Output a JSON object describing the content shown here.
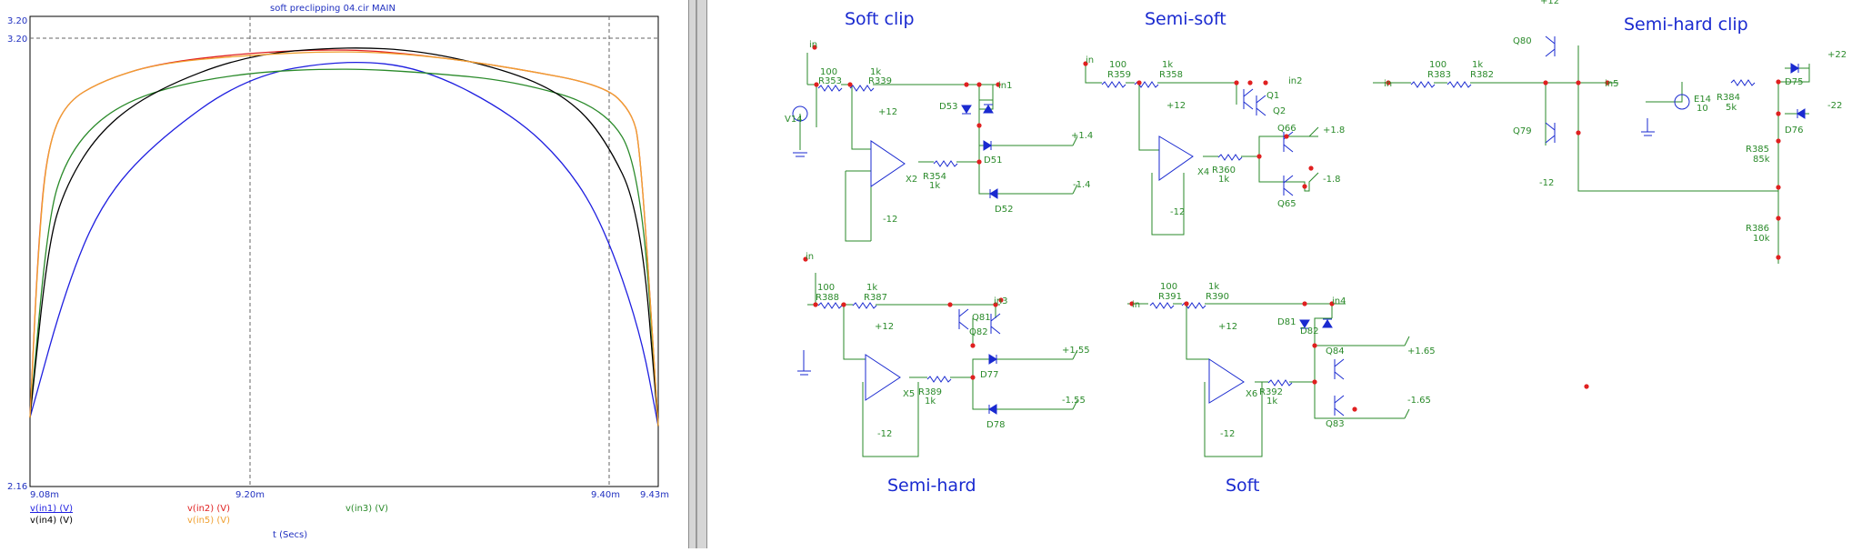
{
  "plot": {
    "title": "soft preclipping 04.cir MAIN",
    "y_top_label": "3.20",
    "y_ref_label": "3.20",
    "y_bottom_label": "2.16",
    "x_ticks": [
      "9.08m",
      "9.20m",
      "9.40m",
      "9.43m"
    ],
    "x_axis_label": "t (Secs)",
    "legend": [
      {
        "label": "v(in1) (V)",
        "color": "#1f1fe0"
      },
      {
        "label": "v(in2) (V)",
        "color": "#e02020"
      },
      {
        "label": "v(in3) (V)",
        "color": "#2a8a2a"
      },
      {
        "label": "v(in4) (V)",
        "color": "#000000"
      },
      {
        "label": "v(in5) (V)",
        "color": "#f0a030"
      }
    ]
  },
  "chart_data": {
    "type": "line",
    "title": "soft preclipping 04.cir MAIN",
    "xlabel": "t (Secs)",
    "ylabel": "",
    "xlim": [
      9.08,
      9.43
    ],
    "ylim": [
      2.16,
      3.25
    ],
    "x_unit": "ms",
    "grid": true,
    "series": [
      {
        "name": "v(in1) (V)",
        "color": "#1f1fe0",
        "x": [
          9.08,
          9.1,
          9.12,
          9.15,
          9.2,
          9.255,
          9.3,
          9.35,
          9.38,
          9.4,
          9.42,
          9.43
        ],
        "y": [
          2.32,
          2.62,
          2.82,
          2.96,
          3.11,
          3.15,
          3.13,
          3.02,
          2.9,
          2.76,
          2.52,
          2.3
        ]
      },
      {
        "name": "v(in2) (V)",
        "color": "#e02020",
        "x": [
          9.08,
          9.085,
          9.09,
          9.1,
          9.12,
          9.15,
          9.2,
          9.255,
          9.3,
          9.35,
          9.4,
          9.415,
          9.42,
          9.43
        ],
        "y": [
          2.32,
          2.75,
          2.95,
          3.05,
          3.1,
          3.14,
          3.165,
          3.175,
          3.16,
          3.13,
          3.09,
          3.03,
          2.95,
          2.3
        ]
      },
      {
        "name": "v(in3) (V)",
        "color": "#2a8a2a",
        "x": [
          9.08,
          9.09,
          9.1,
          9.12,
          9.15,
          9.2,
          9.255,
          9.3,
          9.35,
          9.4,
          9.42,
          9.43
        ],
        "y": [
          2.32,
          2.78,
          2.92,
          3.02,
          3.08,
          3.12,
          3.13,
          3.12,
          3.1,
          3.04,
          2.9,
          2.3
        ]
      },
      {
        "name": "v(in4) (V)",
        "color": "#000000",
        "x": [
          9.08,
          9.09,
          9.1,
          9.12,
          9.15,
          9.2,
          9.255,
          9.3,
          9.35,
          9.38,
          9.4,
          9.42,
          9.43
        ],
        "y": [
          2.32,
          2.72,
          2.86,
          2.99,
          3.08,
          3.16,
          3.18,
          3.17,
          3.12,
          3.06,
          2.97,
          2.8,
          2.3
        ]
      },
      {
        "name": "v(in5) (V)",
        "color": "#f0a030",
        "x": [
          9.08,
          9.085,
          9.09,
          9.1,
          9.12,
          9.15,
          9.2,
          9.255,
          9.3,
          9.35,
          9.4,
          9.415,
          9.42,
          9.43
        ],
        "y": [
          2.32,
          2.74,
          2.95,
          3.05,
          3.1,
          3.14,
          3.16,
          3.17,
          3.16,
          3.13,
          3.09,
          3.03,
          2.95,
          2.3
        ]
      }
    ]
  },
  "schematic": {
    "titles": {
      "soft_clip": "Soft clip",
      "semi_soft": "Semi-soft",
      "semi_hard_clip": "Semi-hard clip",
      "semi_hard": "Semi-hard",
      "soft": "Soft"
    },
    "labels": {
      "in": "in",
      "in1": "in1",
      "in2": "in2",
      "in3": "in3",
      "in4": "in4",
      "in5": "in5",
      "r100": "100",
      "r1k": "1k",
      "r5k": "5k",
      "r10": "10",
      "r85k": "85k",
      "r10k": "10k",
      "R353": "R353",
      "R339": "R339",
      "R354": "R354",
      "R359": "R359",
      "R358": "R358",
      "R360": "R360",
      "R383": "R383",
      "R382": "R382",
      "R384": "R384",
      "R385": "R385",
      "R386": "R386",
      "R388": "R388",
      "R387": "R387",
      "R389": "R389",
      "R391": "R391",
      "R390": "R390",
      "R392": "R392",
      "V14": "V14",
      "E14": "E14",
      "X2": "X2",
      "X4": "X4",
      "X5": "X5",
      "X6": "X6",
      "D53": "D53",
      "D51": "D51",
      "D52": "D52",
      "D75": "D75",
      "D76": "D76",
      "D77": "D77",
      "D78": "D78",
      "D81": "D81",
      "D82": "D82",
      "Q1": "Q1",
      "Q2": "Q2",
      "Q65": "Q65",
      "Q66": "Q66",
      "Q79": "Q79",
      "Q80": "Q80",
      "Q81": "Q81",
      "Q82": "Q82",
      "Q83": "Q83",
      "Q84": "Q84",
      "p12": "+12",
      "m12": "-12",
      "p14": "+1.4",
      "m14": "-1.4",
      "p18": "+1.8",
      "m18": "-1.8",
      "p155": "+1.55",
      "m155": "-1.55",
      "p165": "+1.65",
      "m165": "-1.65",
      "p22": "+22",
      "m22": "-22"
    }
  }
}
